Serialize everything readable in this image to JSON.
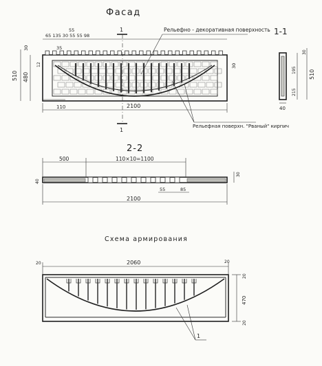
{
  "titles": {
    "facade": "Фасад",
    "section_11": "1-1",
    "section_22": "2-2",
    "scheme": "Схема армирования"
  },
  "facade": {
    "leader_top": "Рельефно - декоративная поверхность",
    "leader_bottom": "Рельефная поверхн. \"Рваный\" кирпич",
    "cut_mark": "1",
    "dims": {
      "top_chain": "65 135 30 55 55 98",
      "top_55": "55",
      "left_35": "35",
      "height_total": "510",
      "height_inner": "480",
      "top_30": "30",
      "small_12": "12",
      "right_30": "30",
      "bottom_left": "110",
      "length": "2100"
    }
  },
  "section_11": {
    "dims": {
      "h_total": "510",
      "h_30": "30",
      "h_mid": "195",
      "h_low": "215",
      "w_40": "40"
    }
  },
  "section_22": {
    "dims": {
      "left_500": "500",
      "chain": "110×10=1100",
      "right_30": "30",
      "left_40": "40",
      "d55": "55",
      "d85": "85",
      "length": "2100"
    }
  },
  "scheme": {
    "dims": {
      "length_inner": "2060",
      "left_20": "20",
      "right_20": "20",
      "top_20": "20",
      "height_470": "470",
      "bottom_20": "20"
    },
    "leader": "1"
  }
}
